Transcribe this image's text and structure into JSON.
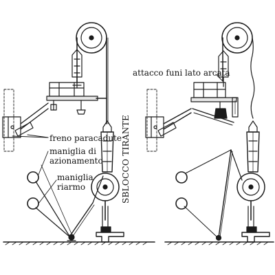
{
  "labels": {
    "freno_paracadute": "freno paracadute",
    "maniglia_azionamento_line1": "maniglia di",
    "maniglia_azionamento_line2": "azionamento",
    "maniglia_riarmo_line1": "maniglia",
    "maniglia_riarmo_line2": "riarmo",
    "attacco_funi": "attacco funi lato arcata",
    "sblocco_tirante": "SBLOCCO TIRANTE"
  },
  "colors": {
    "ink": "#1a1a1a",
    "background": "#ffffff"
  }
}
